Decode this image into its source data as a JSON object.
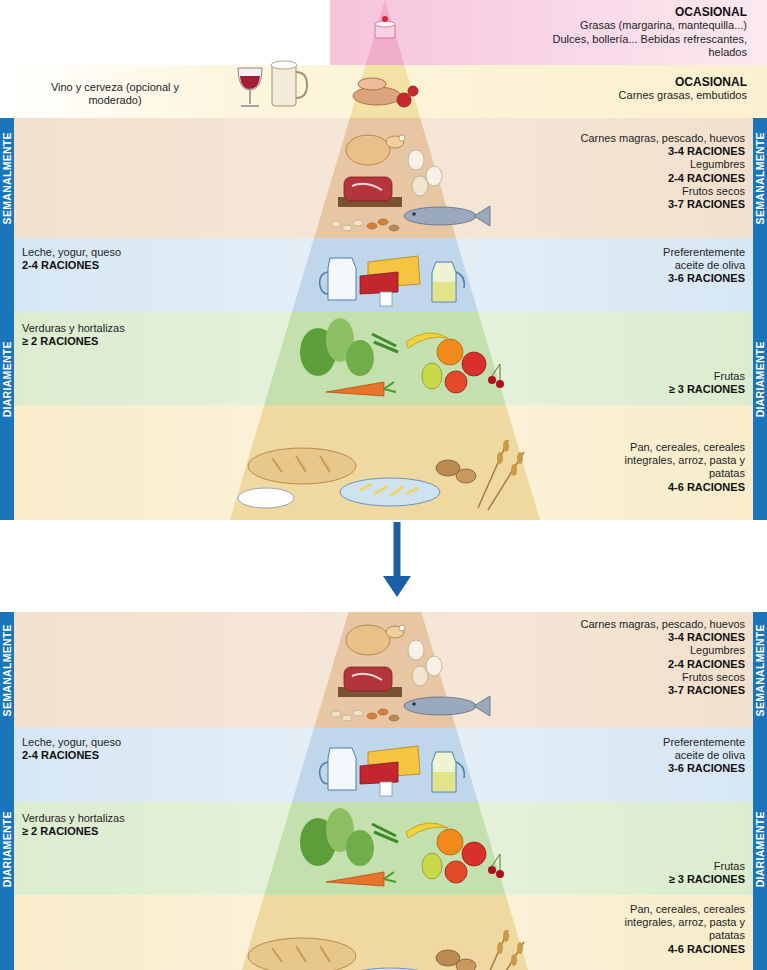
{
  "diagram": {
    "nodes": [
      {
        "text": [
          "OCASIONAL",
          "Grasas (margarina, mantequilla...) Dulces, bollería... Bebidas refrescantes, helados"
        ]
      },
      {
        "text": [
          "Vino y cerveza (opcional y moderado)",
          "OCASIONAL",
          "Carnes grasas, embutidos"
        ]
      },
      {
        "text": [
          "SEMANALMENTE"
        ]
      },
      {
        "text": [
          "Carnes magras, pescado, huevos",
          "3-4 RACIONES",
          "Legumbres",
          "2-4 RACIONES",
          "Frutos secos",
          "3-7 RACIONES"
        ]
      },
      {
        "text": [
          "SEMANALMENTE"
        ]
      },
      {
        "text": [
          "DIARIAMENTE"
        ]
      },
      {
        "text": [
          "Leche, yogur, queso",
          "2-4 RACIONES",
          "Preferentemente aceite de oliva",
          "3-6 RACIONES"
        ]
      },
      {
        "text": [
          "Verduras y hortalizas",
          "≥ 2 RACIONES",
          "Frutas",
          "≥ 3 RACIONES"
        ]
      },
      {
        "text": [
          "Pan, cereales, cereales integrales, arroz, pasta y patatas",
          "4-6 RACIONES"
        ]
      },
      {
        "text": [
          "DIARIAMENTE"
        ]
      },
      {
        "text": [
          "SEMANALMENTE"
        ]
      },
      {
        "text": [
          "Carnes magras, pescado, huevos",
          "3-4 RACIONES",
          "Legumbres",
          "2-4 RACIONES",
          "Frutos secos",
          "3-7 RACIONES"
        ]
      },
      {
        "text": [
          "SEMANALMENTE"
        ]
      },
      {
        "text": [
          "DIARIAMENTE"
        ]
      },
      {
        "text": [
          "Leche, yogur, queso",
          "2-4 RACIONES",
          "Preferentemente aceite de oliva",
          "3-6 RACIONES"
        ]
      },
      {
        "text": [
          "Verduras y hortalizas",
          "≥ 2 RACIONES",
          "Frutas",
          "≥ 3 RACIONES"
        ]
      },
      {
        "text": [
          "Pan, cereales, cereales integrales, arroz, pasta y patatas",
          "4-6 RACIONES"
        ]
      },
      {
        "text": [
          "DIARIAMENTE"
        ]
      }
    ]
  }
}
